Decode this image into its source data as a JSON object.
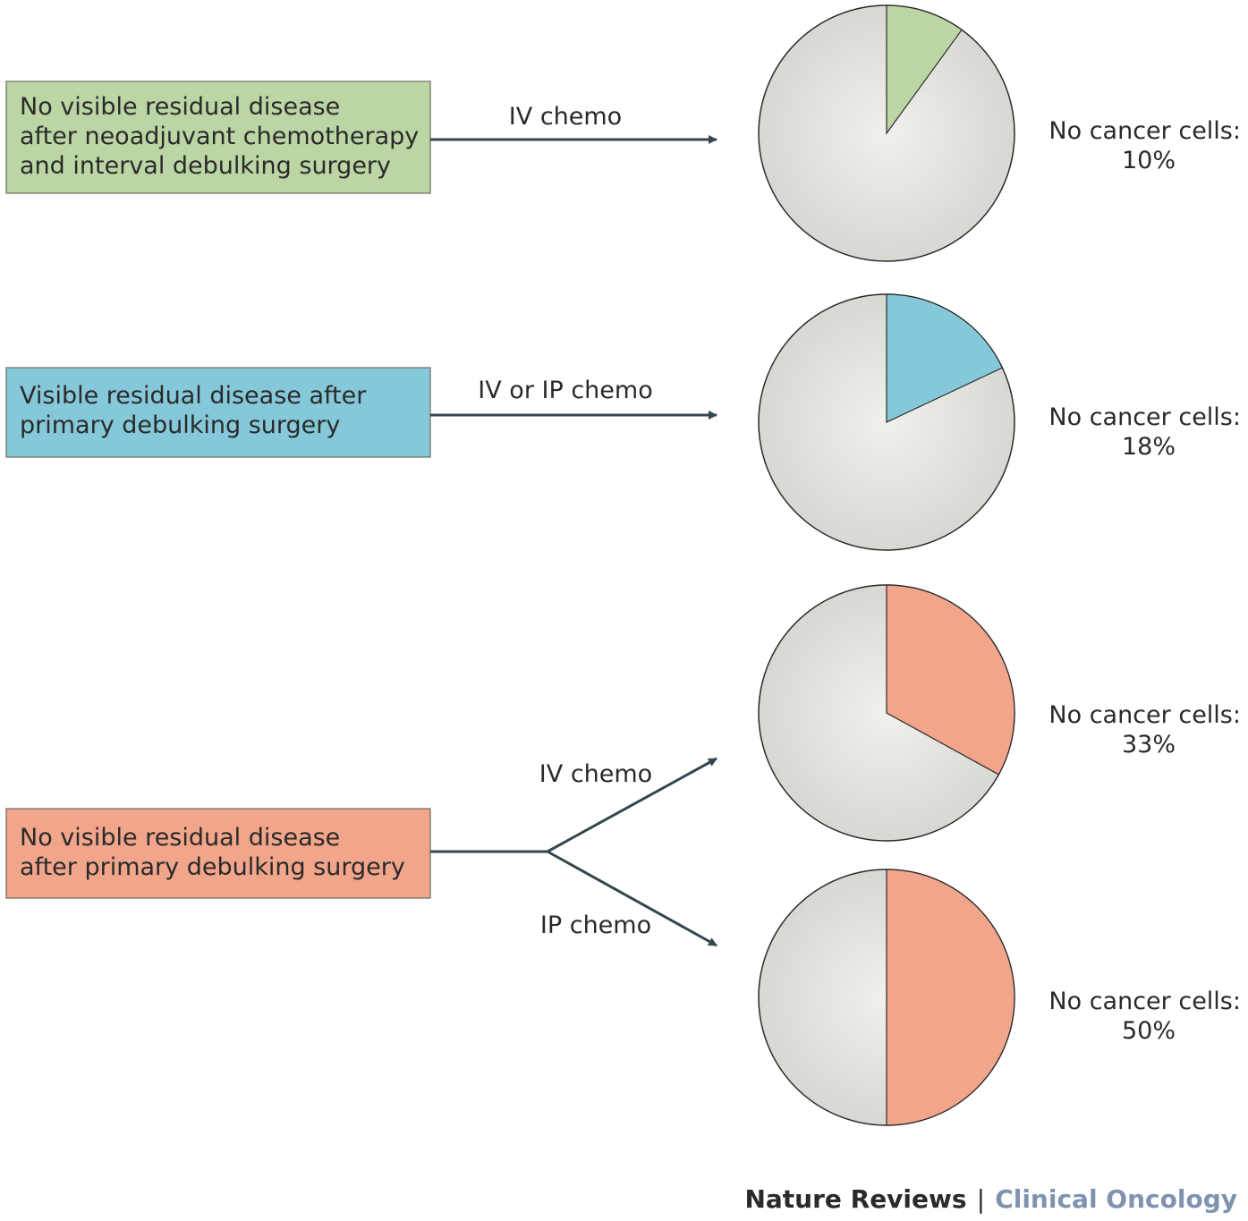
{
  "colors": {
    "green": "#bcd5a4",
    "blue": "#85c8d9",
    "salmon": "#f1a58b",
    "pie_base": "#dcdcd7",
    "pie_center": "#f0f0ec",
    "arrow": "#34474f",
    "journal": "#7f93b0"
  },
  "groups": [
    {
      "box_lines": [
        "No visible residual disease",
        "after neoadjuvant chemotherapy",
        "and interval debulking surgery"
      ],
      "box_color": "green"
    },
    {
      "box_lines": [
        "Visible residual disease after",
        "primary debulking surgery"
      ],
      "box_color": "blue"
    },
    {
      "box_lines": [
        "No visible residual disease",
        "after primary debulking surgery"
      ],
      "box_color": "salmon"
    }
  ],
  "arrows": [
    {
      "label": "IV chemo"
    },
    {
      "label": "IV or IP chemo"
    },
    {
      "label": "IV chemo"
    },
    {
      "label": "IP chemo"
    }
  ],
  "outcomes": [
    {
      "label": "No cancer cells:",
      "value_text": "10%",
      "fraction": 0.1,
      "color": "green"
    },
    {
      "label": "No cancer cells:",
      "value_text": "18%",
      "fraction": 0.18,
      "color": "blue"
    },
    {
      "label": "No cancer cells:",
      "value_text": "33%",
      "fraction": 0.33,
      "color": "salmon"
    },
    {
      "label": "No cancer cells:",
      "value_text": "50%",
      "fraction": 0.5,
      "color": "salmon"
    }
  ],
  "footer": {
    "brand": "Nature Reviews",
    "separator": "|",
    "journal": "Clinical Oncology"
  }
}
